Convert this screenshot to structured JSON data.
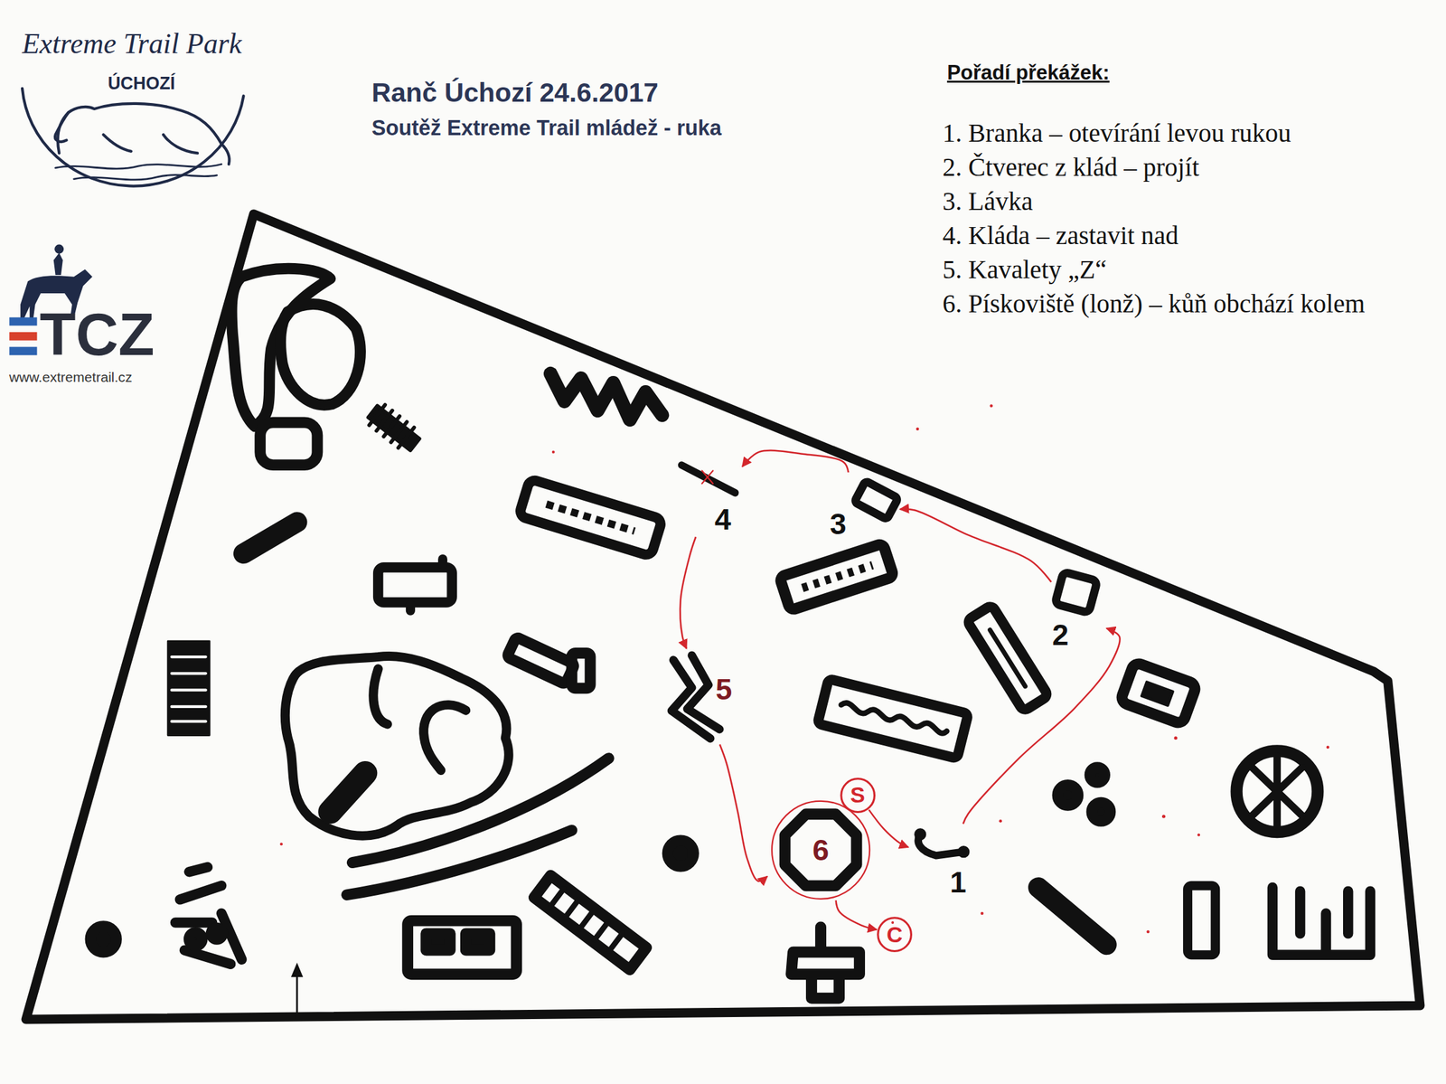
{
  "diagram": {
    "title": "Ranč Úchozí 24.6.2017",
    "nodes": [
      {
        "text": [
          "S"
        ]
      },
      {
        "text": [
          "1"
        ]
      },
      {
        "text": [
          "2"
        ]
      },
      {
        "text": [
          "3"
        ]
      },
      {
        "text": [
          "4"
        ]
      },
      {
        "text": [
          "5"
        ]
      },
      {
        "text": [
          "6"
        ]
      },
      {
        "text": [
          "C"
        ]
      }
    ],
    "edges": [
      {
        "from": 0,
        "to": 1,
        "arrow": "to"
      },
      {
        "from": 1,
        "to": 2,
        "arrow": "to"
      },
      {
        "from": 2,
        "to": 3,
        "arrow": "to"
      },
      {
        "from": 3,
        "to": 4,
        "arrow": "to"
      },
      {
        "from": 4,
        "to": 5,
        "arrow": "to"
      },
      {
        "from": 5,
        "to": 6,
        "arrow": "to"
      },
      {
        "from": 6,
        "to": 7,
        "arrow": "to"
      }
    ],
    "labels": [
      "Extreme Trail Park",
      "ÚCHOZÍ",
      "TCZ",
      "www.extremetrail.cz",
      "Soutěž Extreme Trail mládež - ruka",
      "Pořadí překážek:",
      "1. Branka – otevírání levou rukou",
      "2. Čtverec z klád – projít",
      "3. Lávka",
      "4. Kláda – zastavit nad",
      "5. Kavalety „Z“",
      "6. Pískoviště (lonž) – kůň obchází kolem"
    ]
  }
}
